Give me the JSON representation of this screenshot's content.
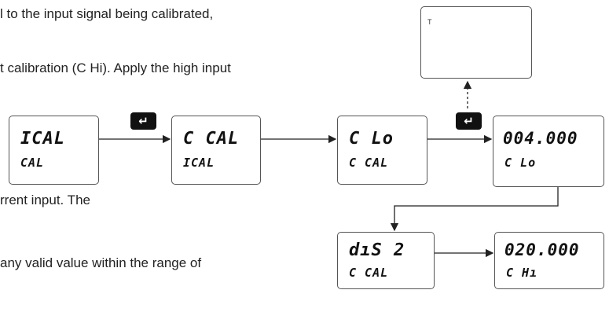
{
  "text": {
    "line1": "l to the input signal being calibrated,",
    "line2": "t calibration (C Hi). Apply the high input",
    "line3": "rrent input. The",
    "line4": "any valid value within the range of"
  },
  "callout": {
    "text": "T"
  },
  "enter_glyph": "↵",
  "displays": {
    "ical": {
      "top": "ICAL",
      "bottom": "CAL"
    },
    "c_cal": {
      "top": "C CAL",
      "bottom": "ICAL"
    },
    "c_lo": {
      "top": "C Lo",
      "bottom": "C CAL"
    },
    "value_lo": {
      "top": "004.000",
      "bottom": "C Lo"
    },
    "dis2": {
      "top": "dıS 2",
      "bottom": "C CAL"
    },
    "value_hi": {
      "top": "020.000",
      "bottom": "C Hı"
    }
  }
}
